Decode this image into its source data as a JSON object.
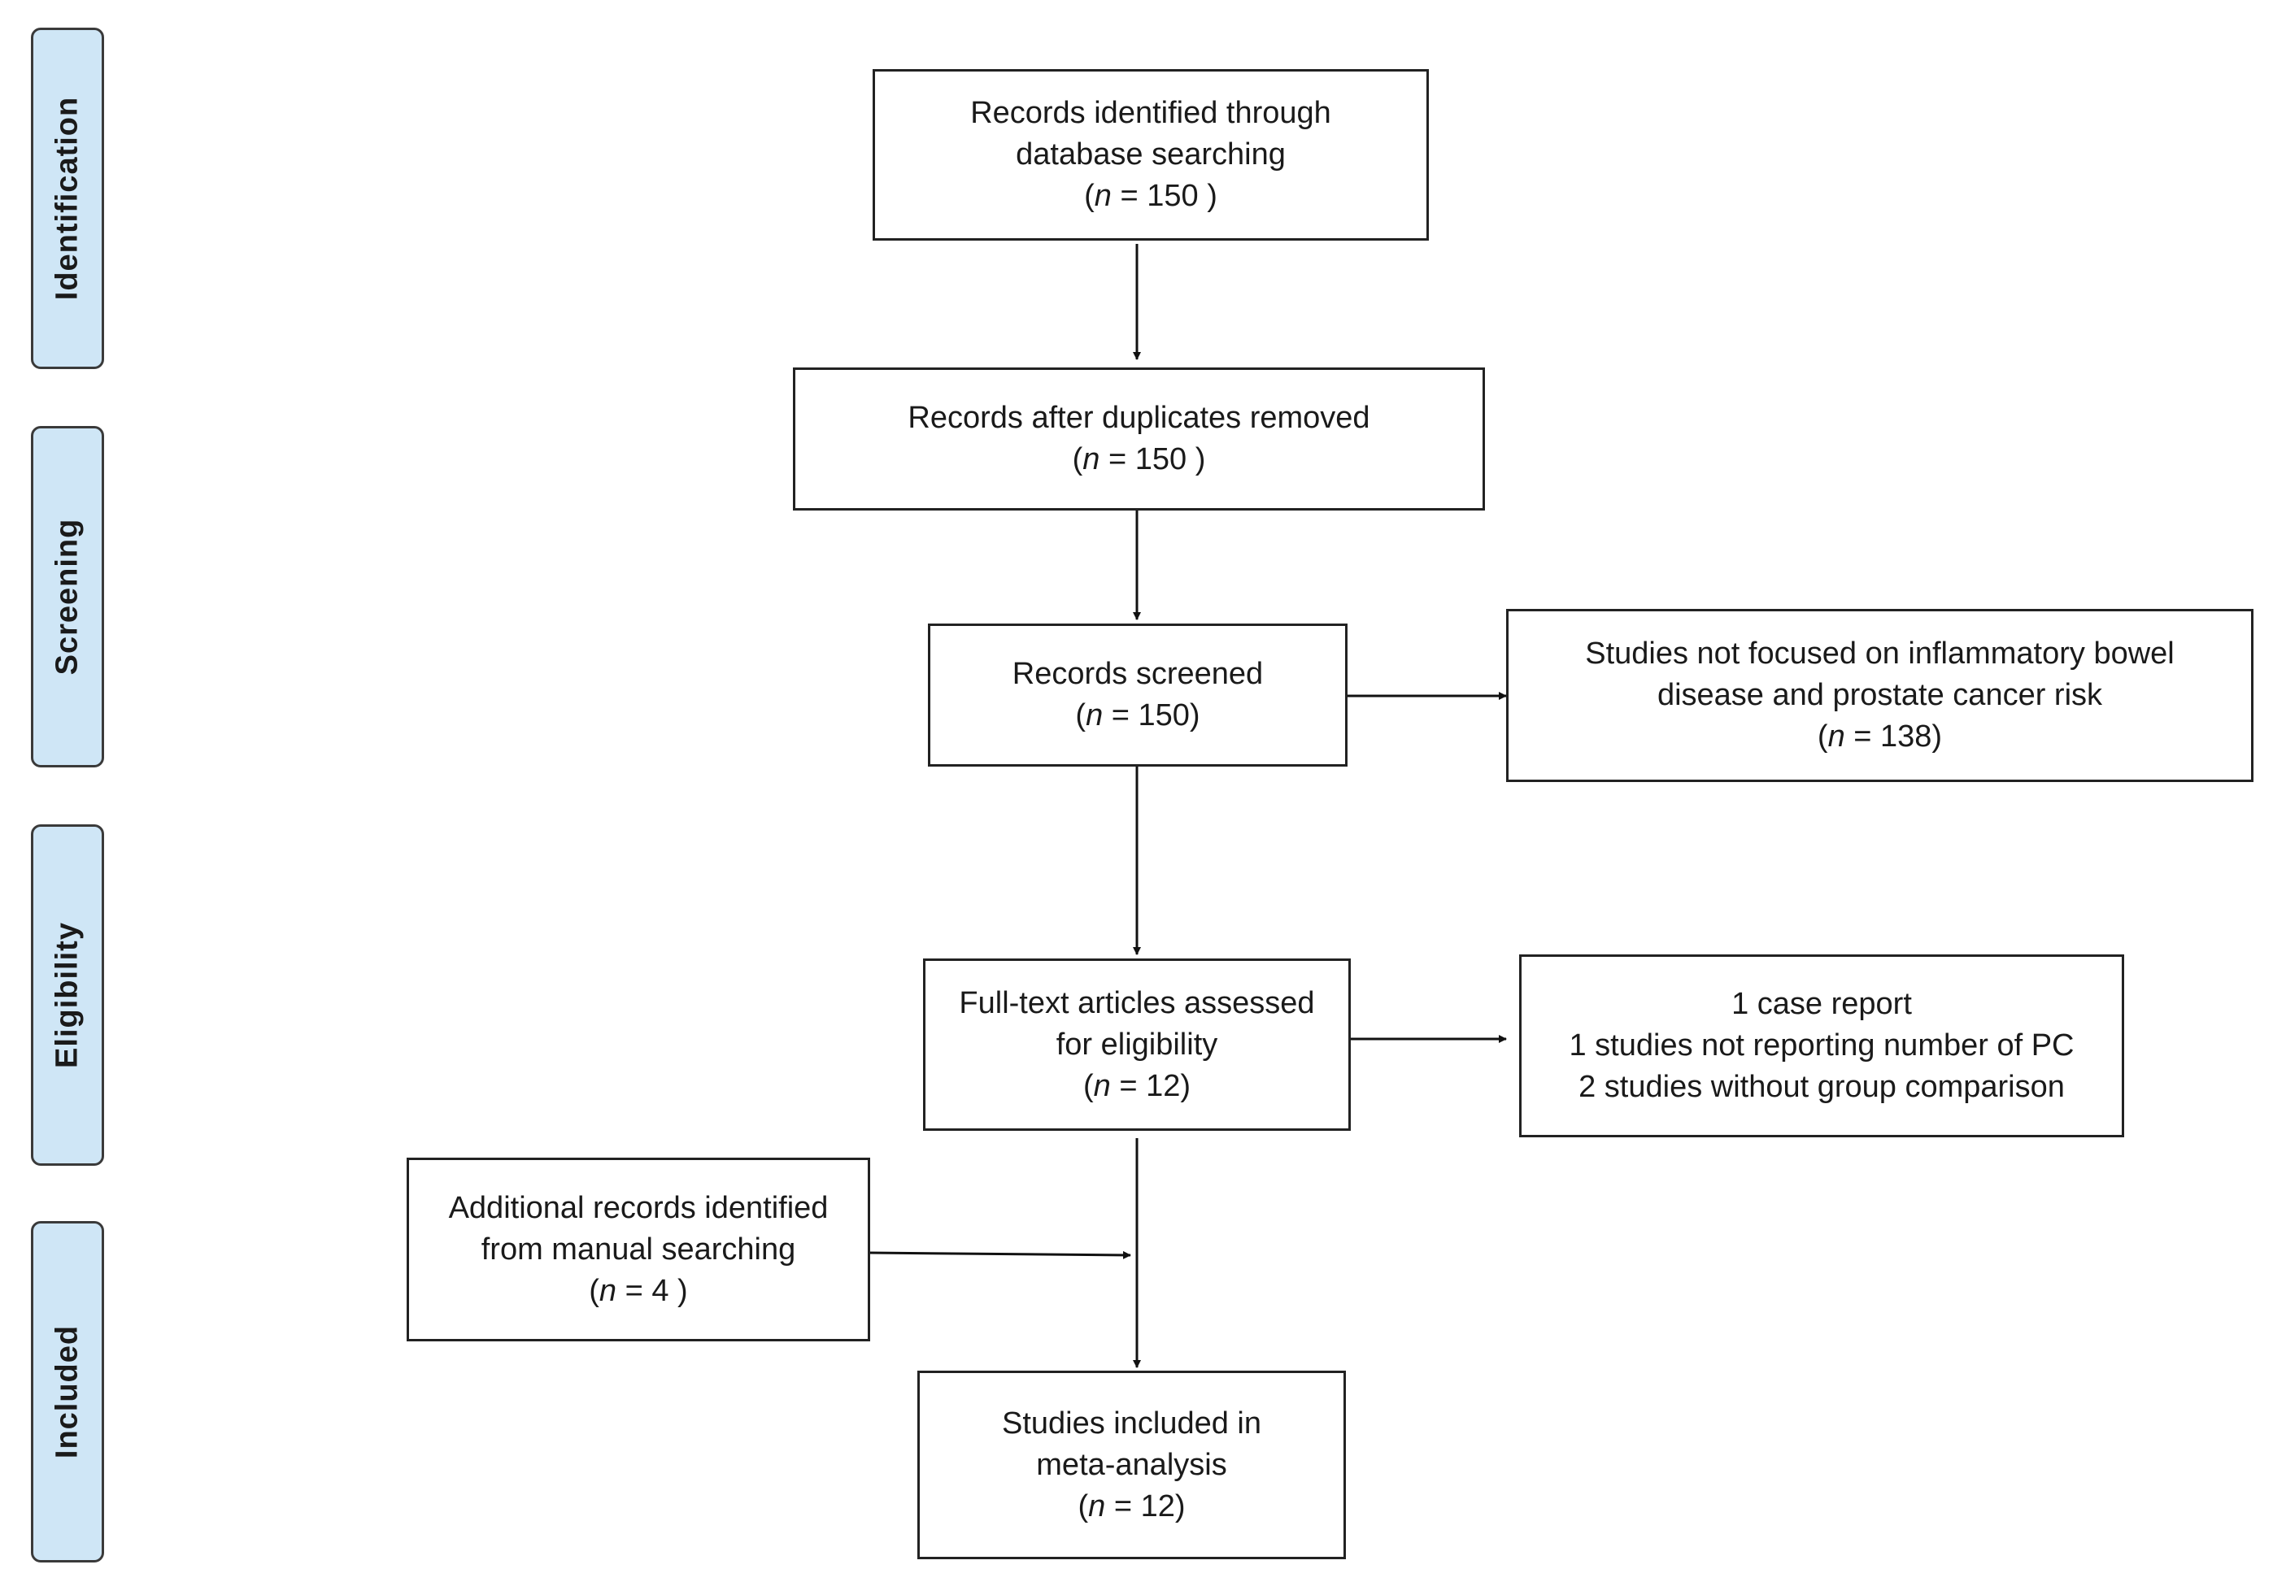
{
  "stages": {
    "identification": "Identification",
    "screening": "Screening",
    "eligibility": "Eligibility",
    "included": "Included"
  },
  "boxes": {
    "identified": {
      "line1": "Records identified through",
      "line2": "database searching",
      "n_prefix": "(",
      "n_symbol": "n",
      "n_value": " = 150  )"
    },
    "after_duplicates": {
      "line1": "Records after duplicates removed",
      "n_prefix": "(",
      "n_symbol": "n",
      "n_value": " = 150  )"
    },
    "screened": {
      "line1": "Records screened",
      "n_prefix": "(",
      "n_symbol": "n",
      "n_value": " = 150)"
    },
    "excluded_screening": {
      "line1": "Studies not focused on inflammatory bowel",
      "line2": "disease and prostate cancer risk",
      "n_prefix": "(",
      "n_symbol": "n",
      "n_value": " = 138)"
    },
    "full_text": {
      "line1": "Full-text articles assessed",
      "line2": "for eligibility",
      "n_prefix": "(",
      "n_symbol": "n",
      "n_value": " = 12)"
    },
    "excluded_full_text": {
      "line1": "1 case report",
      "line2": "1 studies not reporting number of PC",
      "line3": "2 studies without group comparison"
    },
    "additional": {
      "line1": "Additional records identified",
      "line2": "from manual searching",
      "n_prefix": "(",
      "n_symbol": "n",
      "n_value": " = 4 )"
    },
    "included": {
      "line1": "Studies included in",
      "line2": "meta-analysis",
      "n_prefix": "(",
      "n_symbol": "n",
      "n_value": " = 12)"
    }
  }
}
